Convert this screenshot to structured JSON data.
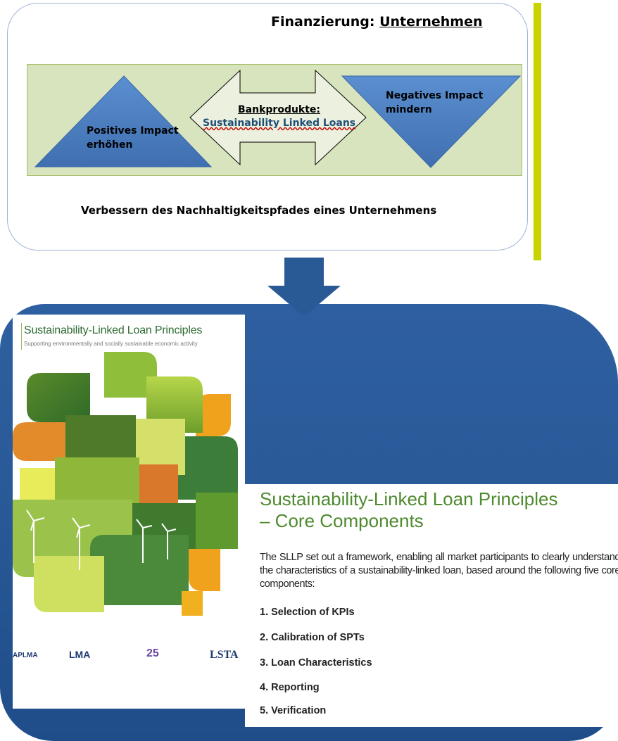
{
  "top": {
    "title_prefix": "Finanzierung: ",
    "title_emphasis": "Unternehmen",
    "positive_line1": "Positives Impact",
    "positive_line2": "erhöhen",
    "bank_title": "Bankprodukte:",
    "bank_product": "Sustainability Linked Loans",
    "negative_line1": "Negatives Impact",
    "negative_line2": "mindern",
    "caption": "Verbessern des Nachhaltigkeitspfades eines Unternehmens"
  },
  "cover": {
    "title": "Sustainability-Linked Loan Principles",
    "subtitle": "Supporting environmentally and socially sustainable economic activity",
    "logos": [
      "APLMA",
      "LMA",
      "25",
      "LSTA"
    ]
  },
  "principles": {
    "heading_line1": "Sustainability-Linked Loan Principles",
    "heading_line2": "– Core Components",
    "intro": "The SLLP set out a framework, enabling all market participants to clearly understand the characteristics of a sustainability-linked loan, based around the following five core components:",
    "components": [
      "1. Selection of KPIs",
      "2. Calibration of SPTs",
      "3.  Loan Characteristics",
      "4. Reporting",
      "5. Verification"
    ]
  },
  "colors": {
    "shape_blue": "#4f81bd",
    "panel_green": "#d7e4bd",
    "accent_yellow": "#c8d400",
    "panel_blue": "#2a5a98",
    "heading_green": "#4e8a2e"
  }
}
